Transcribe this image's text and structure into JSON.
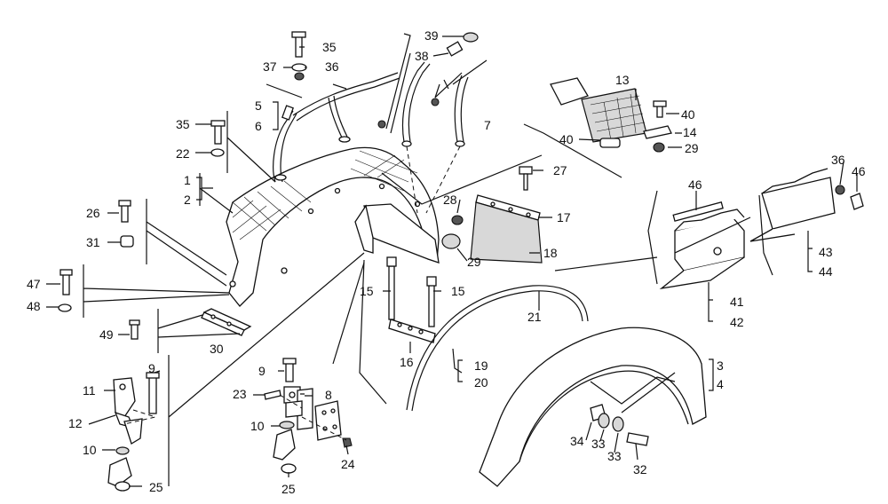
{
  "callouts": {
    "c1": "1",
    "c2": "2",
    "c3": "3",
    "c4": "4",
    "c5": "5",
    "c6": "6",
    "c7": "7",
    "c8": "8",
    "c9a": "9",
    "c9b": "9",
    "c10a": "10",
    "c10b": "10",
    "c11": "11",
    "c12": "12",
    "c13": "13",
    "c14": "14",
    "c15a": "15",
    "c15b": "15",
    "c16": "16",
    "c17": "17",
    "c18": "18",
    "c19": "19",
    "c20": "20",
    "c21": "21",
    "c22": "22",
    "c23": "23",
    "c24": "24",
    "c25a": "25",
    "c25b": "25",
    "c26": "26",
    "c27": "27",
    "c28": "28",
    "c29a": "29",
    "c29b": "29",
    "c30": "30",
    "c31": "31",
    "c32": "32",
    "c33a": "33",
    "c33b": "33",
    "c34": "34",
    "c35a": "35",
    "c35b": "35",
    "c36a": "36",
    "c36b": "36",
    "c37": "37",
    "c38": "38",
    "c39": "39",
    "c40a": "40",
    "c40b": "40",
    "c41": "41",
    "c42": "42",
    "c43": "43",
    "c44": "44",
    "c46a": "46",
    "c46b": "46",
    "c47": "47",
    "c48": "48",
    "c49": "49"
  }
}
